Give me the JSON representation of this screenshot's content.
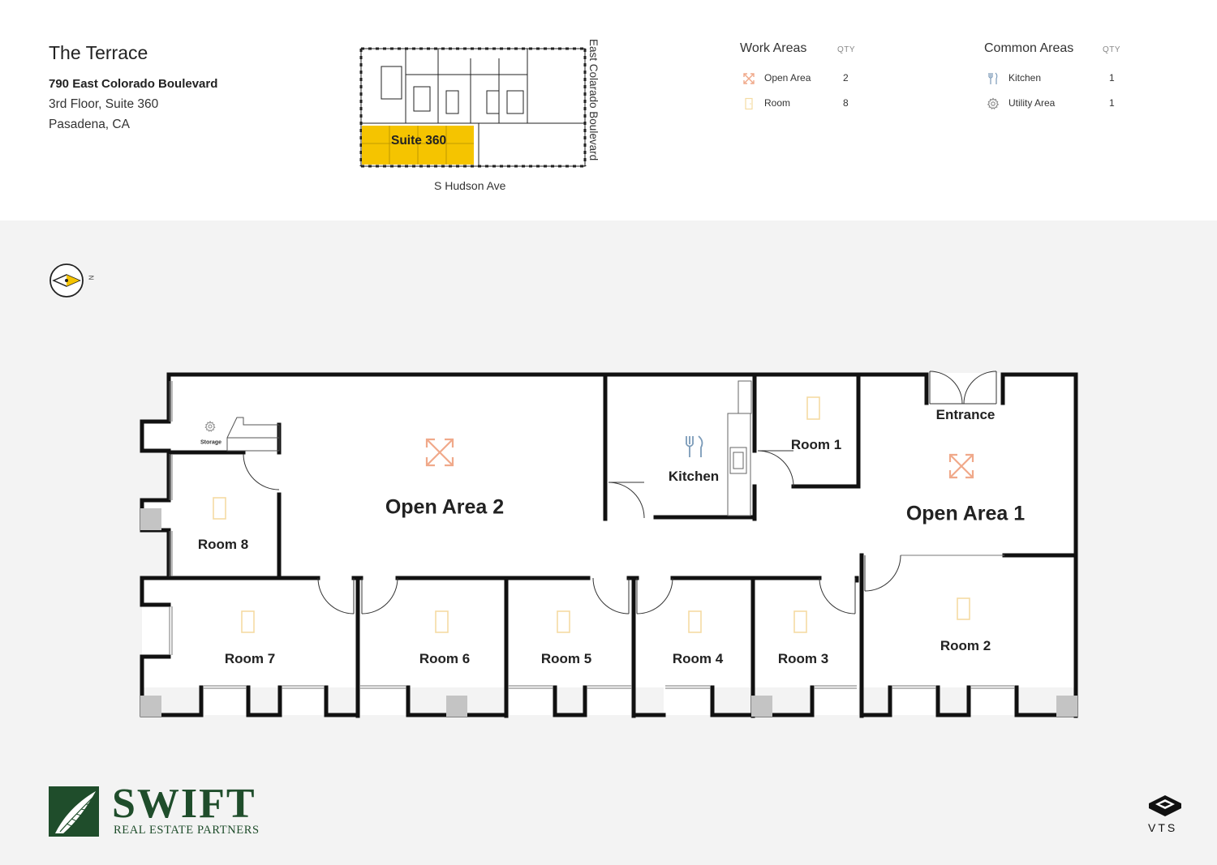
{
  "property": {
    "name": "The Terrace",
    "address": "790 East Colorado Boulevard",
    "floor_suite": "3rd Floor, Suite 360",
    "city": "Pasadena, CA"
  },
  "keymap": {
    "suite_label": "Suite 360",
    "street_east": "East Colarado Boulevard",
    "street_south": "S Hudson Ave",
    "highlight_color": "#f5c400"
  },
  "legend": {
    "work": {
      "title": "Work Areas",
      "qty_header": "QTY",
      "items": [
        {
          "label": "Open Area",
          "qty": "2",
          "icon": "open-area-icon",
          "color": "#f0a98a"
        },
        {
          "label": "Room",
          "qty": "8",
          "icon": "door-icon",
          "color": "#f5dba3"
        }
      ]
    },
    "common": {
      "title": "Common Areas",
      "qty_header": "QTY",
      "items": [
        {
          "label": "Kitchen",
          "qty": "1",
          "icon": "fork-knife-icon",
          "color": "#7a9ab8"
        },
        {
          "label": "Utility Area",
          "qty": "1",
          "icon": "gear-icon",
          "color": "#888888"
        }
      ]
    }
  },
  "compass": {
    "north_label": "N"
  },
  "floorplan": {
    "rooms": {
      "open_area_2": "Open Area 2",
      "open_area_1": "Open Area 1",
      "kitchen": "Kitchen",
      "room_1": "Room 1",
      "room_2": "Room 2",
      "room_3": "Room 3",
      "room_4": "Room 4",
      "room_5": "Room 5",
      "room_6": "Room 6",
      "room_7": "Room 7",
      "room_8": "Room 8",
      "entrance": "Entrance",
      "storage": "Storage"
    },
    "colors": {
      "wall": "#111111",
      "open_area_icon": "#f0a98a",
      "door_icon": "#f5dba3",
      "kitchen_icon": "#7a9ab8",
      "column": "#c4c4c4"
    }
  },
  "branding": {
    "company": "SWIFT",
    "company_sub": "REAL ESTATE PARTNERS",
    "platform": "VTS"
  }
}
